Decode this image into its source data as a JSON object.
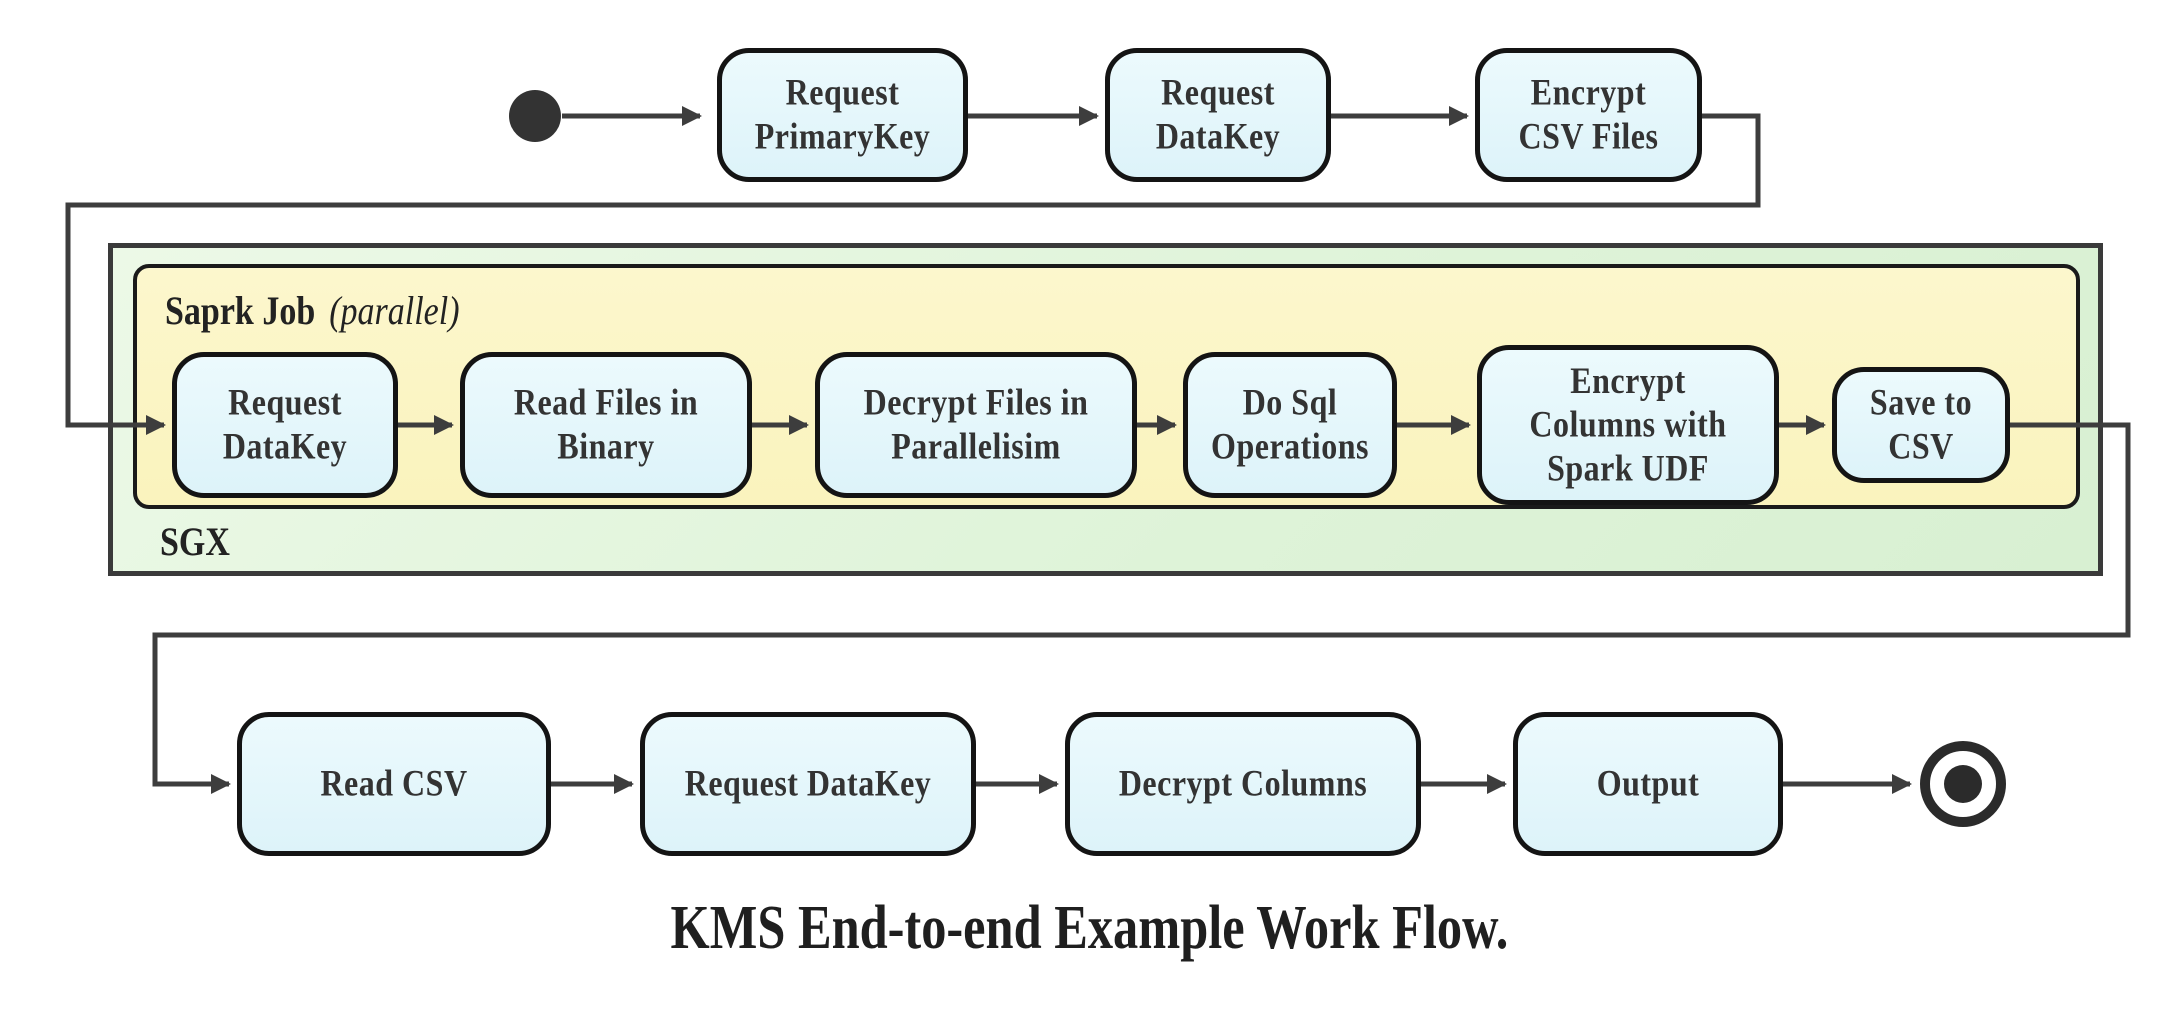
{
  "diagram": {
    "caption": "KMS End-to-end Example Work Flow.",
    "colors": {
      "node_fill": "#E3F6FB",
      "node_border": "#141414",
      "sgx_fill": "#DFF3DA",
      "sgx_border": "#3A3A3A",
      "spark_fill": "#FBF5C4",
      "spark_border": "#1A1A1A",
      "edge": "#3D3D3D",
      "text": "#333333"
    },
    "containers": {
      "sgx": {
        "label": "SGX"
      },
      "spark": {
        "label_bold": "Saprk Job",
        "label_italic": "(parallel)"
      }
    },
    "nodes": {
      "top1": {
        "label": "Request\nPrimaryKey"
      },
      "top2": {
        "label": "Request\nDataKey"
      },
      "top3": {
        "label": "Encrypt\nCSV Files"
      },
      "mid1": {
        "label": "Request\nDataKey"
      },
      "mid2": {
        "label": "Read Files in\nBinary"
      },
      "mid3": {
        "label": "Decrypt Files in\nParallelisim"
      },
      "mid4": {
        "label": "Do Sql\nOperations"
      },
      "mid5": {
        "label": "Encrypt\nColumns with\nSpark UDF"
      },
      "mid6": {
        "label": "Save to CSV"
      },
      "bot1": {
        "label": "Read CSV"
      },
      "bot2": {
        "label": "Request DataKey"
      },
      "bot3": {
        "label": "Decrypt Columns"
      },
      "bot4": {
        "label": "Output"
      }
    },
    "markers": {
      "start": "initial-state",
      "end": "final-state"
    }
  }
}
